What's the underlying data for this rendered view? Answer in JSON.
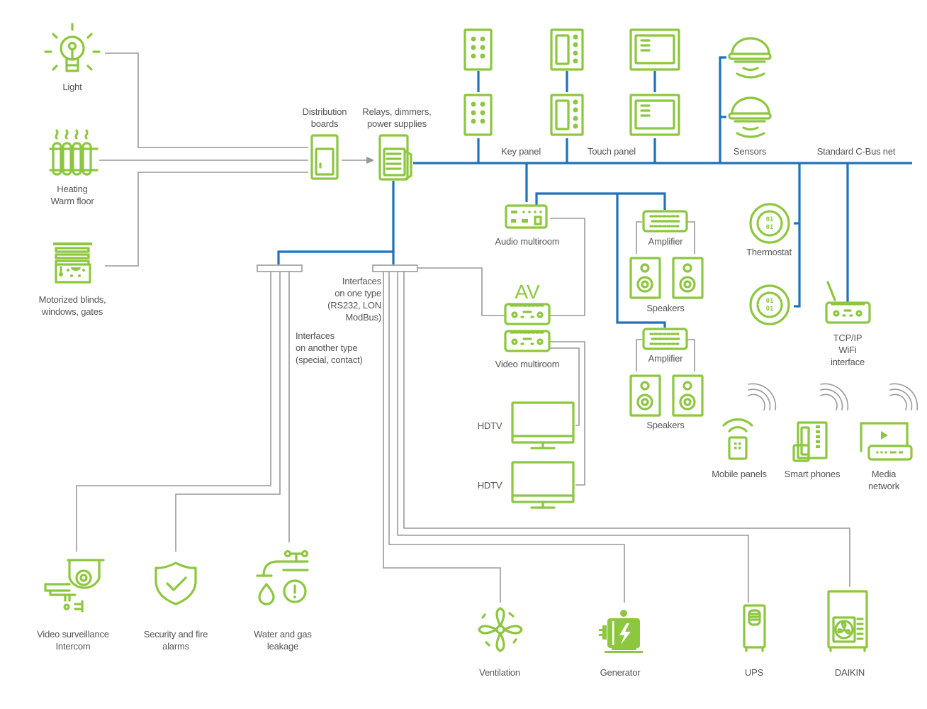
{
  "colors": {
    "icon_green": "#8dc63f",
    "bus_blue": "#1f72bb",
    "wire_gray": "#999999",
    "label_gray": "#555555"
  },
  "labels": {
    "light": "Light",
    "heating_1": "Heating",
    "heating_2": "Warm floor",
    "blinds_1": "Motorized blinds,",
    "blinds_2": "windows, gates",
    "distribution_1": "Distribution",
    "distribution_2": "boards",
    "relays_1": "Relays, dimmers,",
    "relays_2": "power supplies",
    "key_panel": "Key panel",
    "touch_panel": "Touch panel",
    "sensors": "Sensors",
    "cbus_net": "Standard C-Bus net",
    "audio_multiroom": "Audio multiroom",
    "amplifier_1": "Amplifier",
    "speakers_1": "Speakers",
    "amplifier_2": "Amplifier",
    "speakers_2": "Speakers",
    "thermostat": "Thermostat",
    "tcpip_1": "TCP/IP",
    "tcpip_2": "WiFi",
    "tcpip_3": "interface",
    "av": "AV",
    "video_multiroom": "Video multiroom",
    "hdtv_1": "HDTV",
    "hdtv_2": "HDTV",
    "mobile_panels": "Mobile panels",
    "smart_phones": "Smart phones",
    "media_1": "Media",
    "media_2": "network",
    "iface_one_1": "Interfaces",
    "iface_one_2": "on one type",
    "iface_one_3": "(RS232, LON",
    "iface_one_4": "ModBus)",
    "iface_other_1": "Interfaces",
    "iface_other_2": "on another type",
    "iface_other_3": "(special, contact)",
    "video_surv_1": "Video surveillance",
    "video_surv_2": "Intercom",
    "security_1": "Security and fire",
    "security_2": "alarms",
    "water_1": "Water and gas",
    "water_2": "leakage",
    "ventilation": "Ventilation",
    "generator": "Generator",
    "ups": "UPS",
    "daikin": "DAIKIN"
  },
  "icons": [
    "lightbulb-icon",
    "radiator-icon",
    "blinds-icon",
    "distribution-board-icon",
    "relay-module-icon",
    "key-panel-icon",
    "touch-panel-icon",
    "screen-panel-icon",
    "motion-sensor-icon",
    "audio-multiroom-icon",
    "amplifier-icon",
    "speaker-icon",
    "thermostat-icon",
    "wifi-router-icon",
    "av-receiver-icon",
    "hdtv-icon",
    "mobile-remote-icon",
    "smartphone-icon",
    "media-player-icon",
    "cctv-camera-icon",
    "shield-check-icon",
    "water-leak-icon",
    "fan-icon",
    "generator-icon",
    "ups-icon",
    "ac-outdoor-unit-icon"
  ]
}
